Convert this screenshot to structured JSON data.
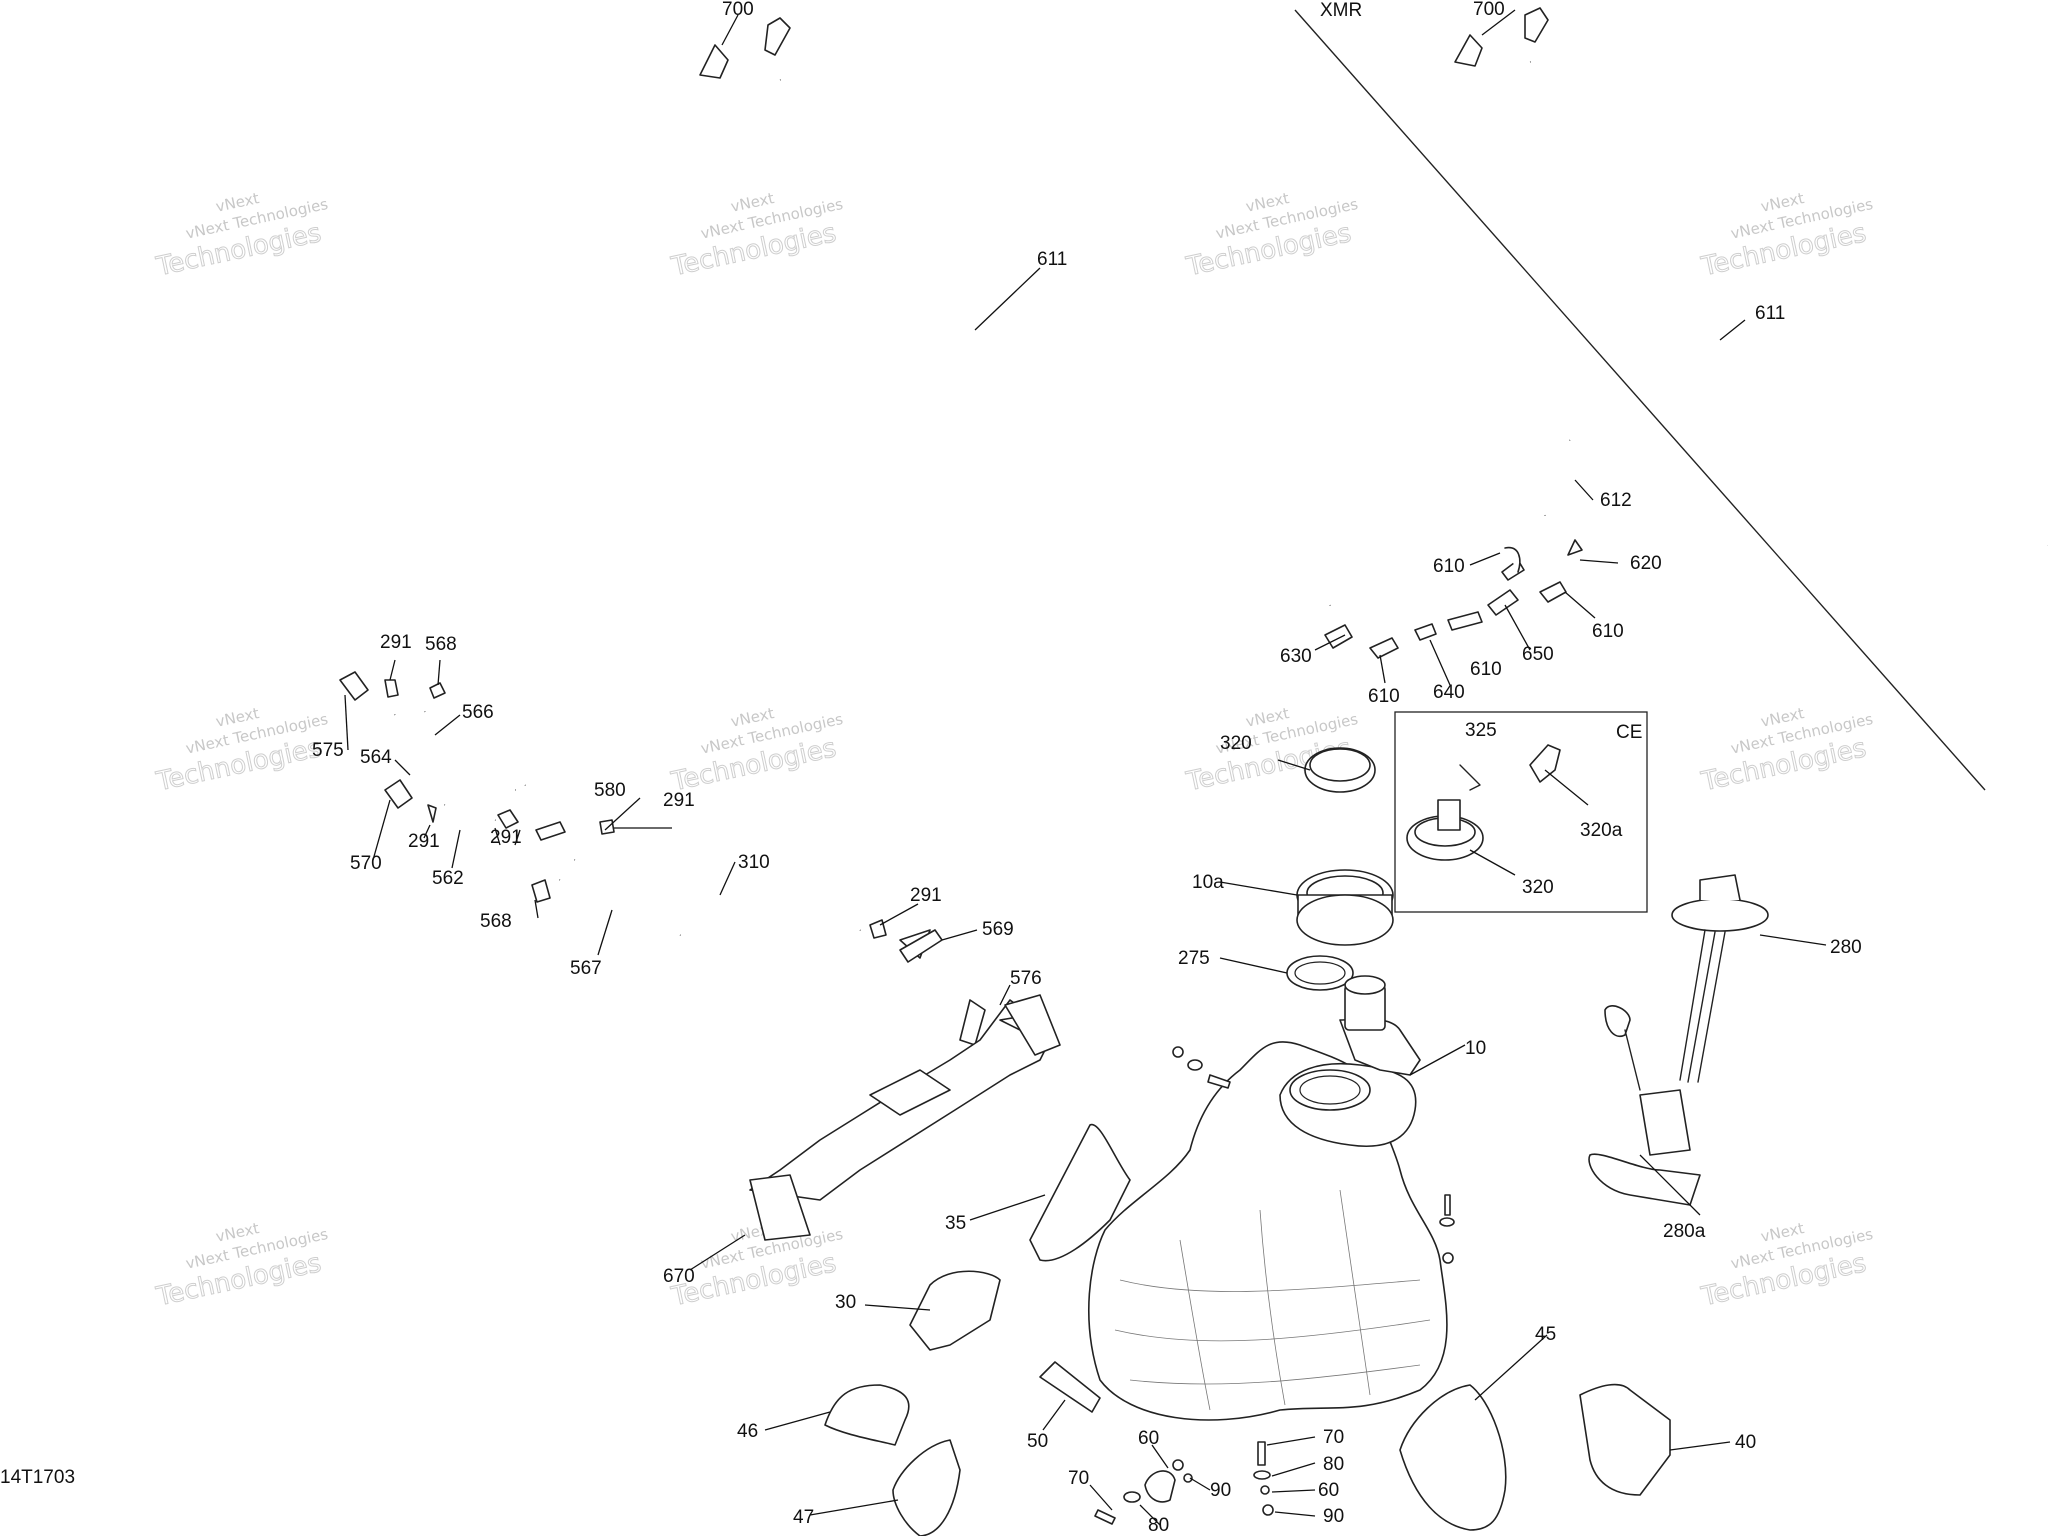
{
  "drawing_id": "14T1703",
  "variant_label": "XMR",
  "ce_box_label": "CE",
  "watermark": {
    "line1": "vNext",
    "line2": "vNext Technologies",
    "line3": "Technologies"
  },
  "callouts": {
    "c700a": "700",
    "c700b": "700",
    "c611a": "611",
    "c611b": "611",
    "c612": "612",
    "c610a": "610",
    "c610b": "610",
    "c610c": "610",
    "c610d": "610",
    "c620": "620",
    "c630": "630",
    "c640": "640",
    "c650": "650",
    "c291a": "291",
    "c291b": "291",
    "c291c": "291",
    "c291d": "291",
    "c291e": "291",
    "c568a": "568",
    "c568b": "568",
    "c566": "566",
    "c575": "575",
    "c564": "564",
    "c570": "570",
    "c562": "562",
    "c580": "580",
    "c310": "310",
    "c567": "567",
    "c569": "569",
    "c576": "576",
    "c320a": "320",
    "c320b": "320",
    "c325": "325",
    "c320x": "320a",
    "c10a": "10a",
    "c275": "275",
    "c10": "10",
    "c280": "280",
    "c280a": "280a",
    "c35": "35",
    "c670": "670",
    "c30": "30",
    "c46": "46",
    "c47": "47",
    "c50": "50",
    "c45": "45",
    "c40": "40",
    "c60a": "60",
    "c60b": "60",
    "c70a": "70",
    "c70b": "70",
    "c80a": "80",
    "c80b": "80",
    "c90a": "90",
    "c90b": "90"
  }
}
